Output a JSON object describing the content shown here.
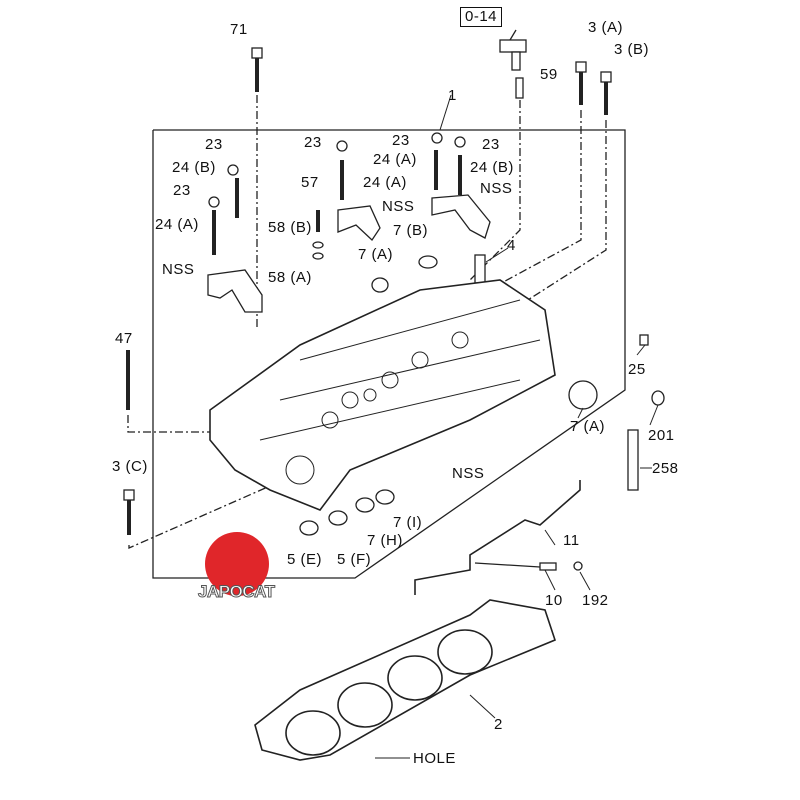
{
  "diagram": {
    "title_ref": "0-14",
    "labels": [
      "71",
      "59",
      "3 (A)",
      "3 (B)",
      "1",
      "23",
      "24 (B)",
      "23",
      "24 (A)",
      "NSS",
      "23",
      "24 (A)",
      "57",
      "58 (B)",
      "58 (A)",
      "NSS",
      "23",
      "24 (A)",
      "23",
      "24 (B)",
      "NSS",
      "7 (B)",
      "7 (A)",
      "4",
      "47",
      "25",
      "201",
      "7 (A)",
      "258",
      "NSS",
      "3 (C)",
      "7 (I)",
      "7 (H)",
      "5 (E)",
      "5 (F)",
      "11",
      "10",
      "192",
      "2",
      "HOLE"
    ],
    "logo": "JAPOCAT",
    "logo_color": "#e0262a"
  }
}
